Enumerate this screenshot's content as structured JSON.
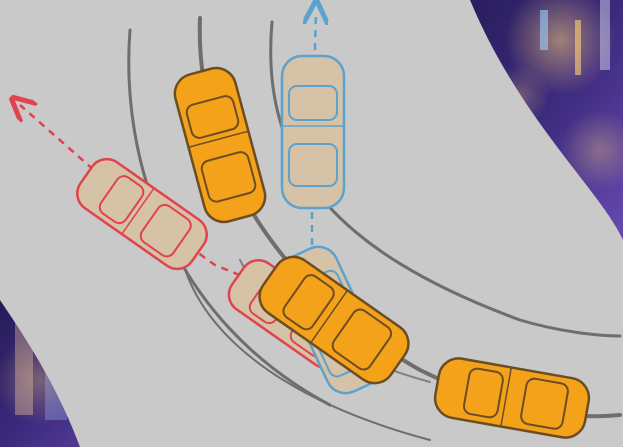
{
  "colors": {
    "road": "#c9c9c9",
    "lane_line": "#6e6e6e",
    "orange_car": "#f5a21b",
    "orange_outline": "#6c4d22",
    "red_outline": "#e0434e",
    "blue_outline": "#5aa3cf",
    "ghost_fill": "#d6c2a7",
    "night_sky": "#2a1d5e",
    "city_glow": "#8b6bd1"
  },
  "scene": {
    "description_icons": [
      "road-curve-icon",
      "car-icon",
      "arrow-icon"
    ],
    "cars": [
      {
        "role": "orange-car",
        "style": "solid"
      },
      {
        "role": "red-ghost-car",
        "style": "outline"
      },
      {
        "role": "blue-ghost-car",
        "style": "outline"
      }
    ]
  }
}
